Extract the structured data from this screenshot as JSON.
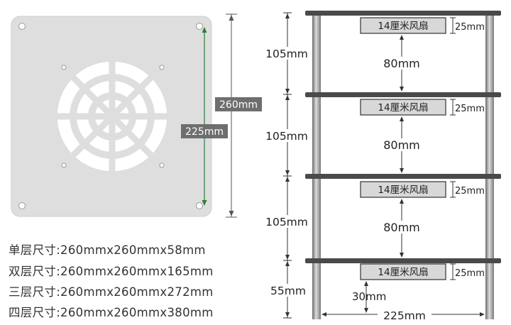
{
  "plate": {
    "outer_dim": "260mm",
    "hole_dim": "225mm"
  },
  "rack": {
    "fan_label": "14厘米风扇",
    "fan_thickness": "25mm",
    "layer_height": "105mm",
    "bottom_height": "55mm",
    "clearance": "80mm",
    "bottom_clearance": "30mm",
    "post_spacing": "225mm"
  },
  "specs": [
    "单层尺寸:260mmx260mmx58mm",
    "双层尺寸:260mmx260mmx165mm",
    "三层尺寸:260mmx260mmx272mm",
    "四层尺寸:260mmx260mmx380mm"
  ],
  "colors": {
    "plate": "#dedede",
    "label_bg": "#6e6e6e",
    "shelf": "#4a4a4a",
    "fan_box": "#d8d8d8",
    "green": "#2f7d3a"
  }
}
